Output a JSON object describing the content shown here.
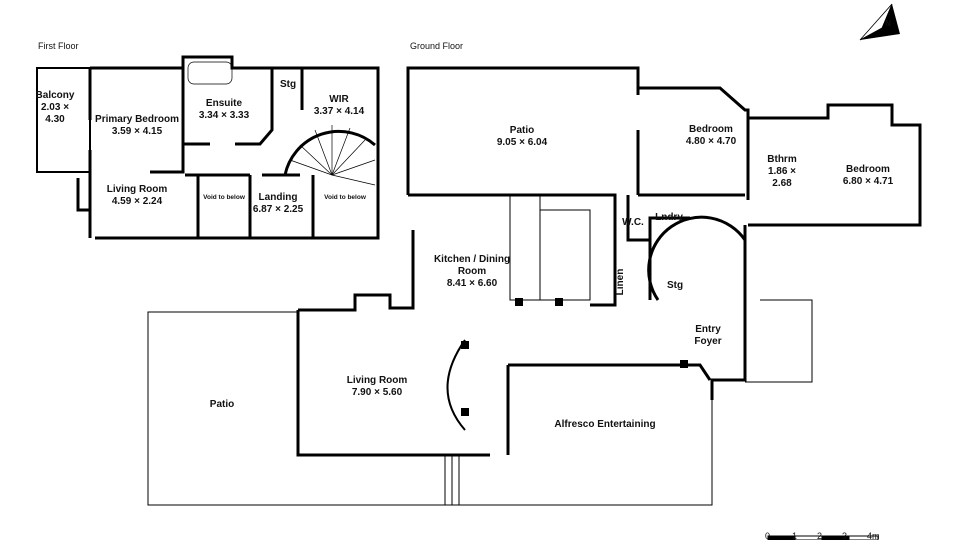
{
  "floors": {
    "first": {
      "title": "First Floor",
      "rooms": [
        {
          "name": "Balcony",
          "dims": "2.03 ×\n4.30"
        },
        {
          "name": "Primary Bedroom",
          "dims": "3.59 × 4.15"
        },
        {
          "name": "Ensuite",
          "dims": "3.34 × 3.33"
        },
        {
          "name": "Stg",
          "dims": ""
        },
        {
          "name": "WIR",
          "dims": "3.37 × 4.14"
        },
        {
          "name": "Living Room",
          "dims": "4.59 × 2.24"
        },
        {
          "name": "Landing",
          "dims": "6.87 × 2.25"
        },
        {
          "name": "Void to below",
          "dims": ""
        },
        {
          "name": "Void to below",
          "dims": ""
        }
      ]
    },
    "ground": {
      "title": "Ground Floor",
      "rooms": [
        {
          "name": "Patio",
          "dims": "9.05 × 6.04"
        },
        {
          "name": "Bedroom",
          "dims": "4.80 × 4.70"
        },
        {
          "name": "Bthrm",
          "dims": "1.86 ×\n2.68"
        },
        {
          "name": "Bedroom",
          "dims": "6.80 × 4.71"
        },
        {
          "name": "W.C.",
          "dims": ""
        },
        {
          "name": "Lndry",
          "dims": ""
        },
        {
          "name": "Kitchen / Dining\nRoom",
          "dims": "8.41 × 6.60"
        },
        {
          "name": "Linen",
          "dims": ""
        },
        {
          "name": "Stg",
          "dims": ""
        },
        {
          "name": "Entry\nFoyer",
          "dims": ""
        },
        {
          "name": "Living Room",
          "dims": "7.90 × 5.60"
        },
        {
          "name": "Patio",
          "dims": ""
        },
        {
          "name": "Alfresco Entertaining",
          "dims": ""
        }
      ]
    }
  },
  "scale_bar": {
    "ticks": [
      "0",
      "1",
      "2",
      "3",
      "4m"
    ]
  },
  "compass": {
    "label": "N"
  }
}
